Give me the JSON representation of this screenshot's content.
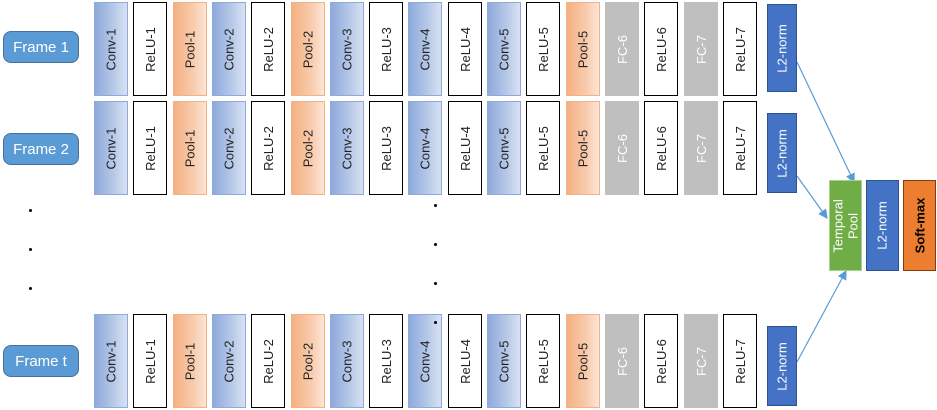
{
  "rows": [
    {
      "frame_label": "Frame 1",
      "l2_label": "L2-norm"
    },
    {
      "frame_label": "Frame 2",
      "l2_label": "L2-norm"
    },
    {
      "frame_label": "Frame t",
      "l2_label": "L2-norm"
    }
  ],
  "layers": [
    {
      "label": "Conv-1",
      "kind": "conv"
    },
    {
      "label": "ReLU-1",
      "kind": "relu"
    },
    {
      "label": "Pool-1",
      "kind": "pool"
    },
    {
      "label": "Conv-2",
      "kind": "conv"
    },
    {
      "label": "ReLU-2",
      "kind": "relu"
    },
    {
      "label": "Pool-2",
      "kind": "pool"
    },
    {
      "label": "Conv-3",
      "kind": "conv"
    },
    {
      "label": "ReLU-3",
      "kind": "relu"
    },
    {
      "label": "Conv-4",
      "kind": "conv"
    },
    {
      "label": "ReLU-4",
      "kind": "relu"
    },
    {
      "label": "Conv-5",
      "kind": "conv"
    },
    {
      "label": "ReLU-5",
      "kind": "relu"
    },
    {
      "label": "Pool-5",
      "kind": "pool"
    },
    {
      "label": "FC-6",
      "kind": "fc"
    },
    {
      "label": "ReLU-6",
      "kind": "relu"
    },
    {
      "label": "FC-7",
      "kind": "fc"
    },
    {
      "label": "ReLU-7",
      "kind": "relu"
    }
  ],
  "head": {
    "temporal_pool": "Temporal\nPool",
    "l2_norm": "L2-norm",
    "softmax": "Soft-max"
  },
  "colors": {
    "conv": "#8ea9db",
    "pool": "#f4b183",
    "fc": "#bfbfbf",
    "l2": "#4472c4",
    "frame": "#5b9bd5",
    "temporal_pool": "#70ad47",
    "softmax": "#ed7d31",
    "arrow": "#5b9bd5"
  }
}
